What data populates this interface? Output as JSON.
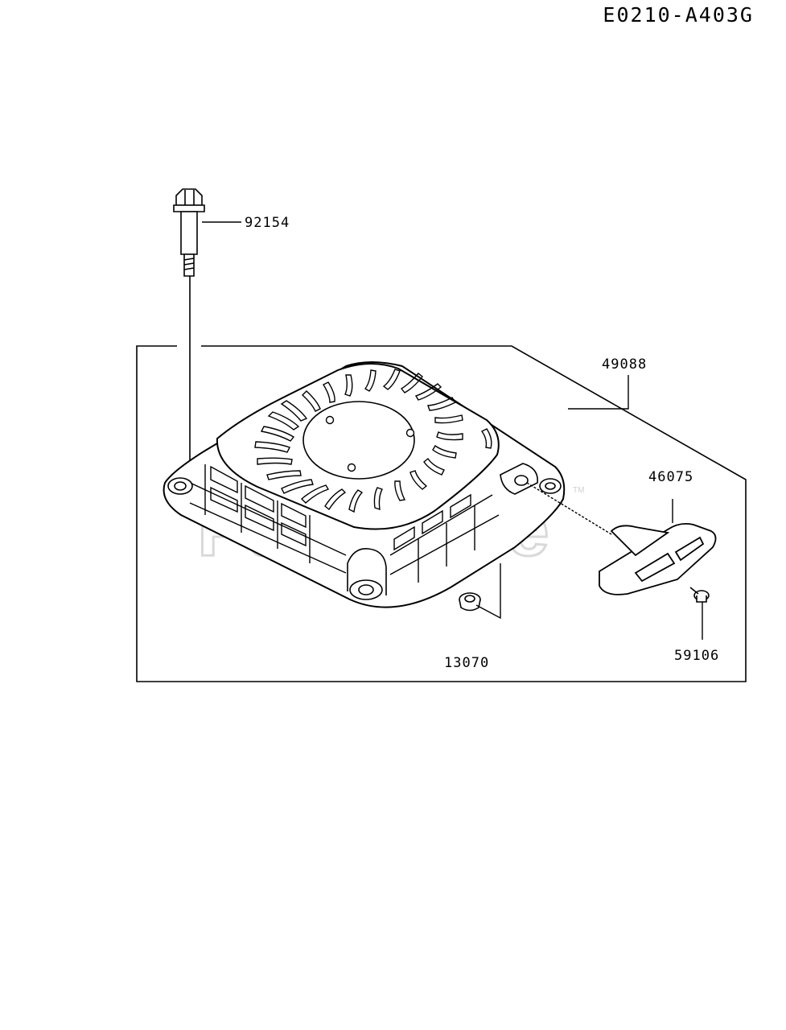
{
  "diagram_code": "E0210-A403G",
  "watermark": {
    "text": "PartsTree",
    "tm": "TM"
  },
  "parts": [
    {
      "number": "92154"
    },
    {
      "number": "49088"
    },
    {
      "number": "46075"
    },
    {
      "number": "13070"
    },
    {
      "number": "59106"
    }
  ]
}
